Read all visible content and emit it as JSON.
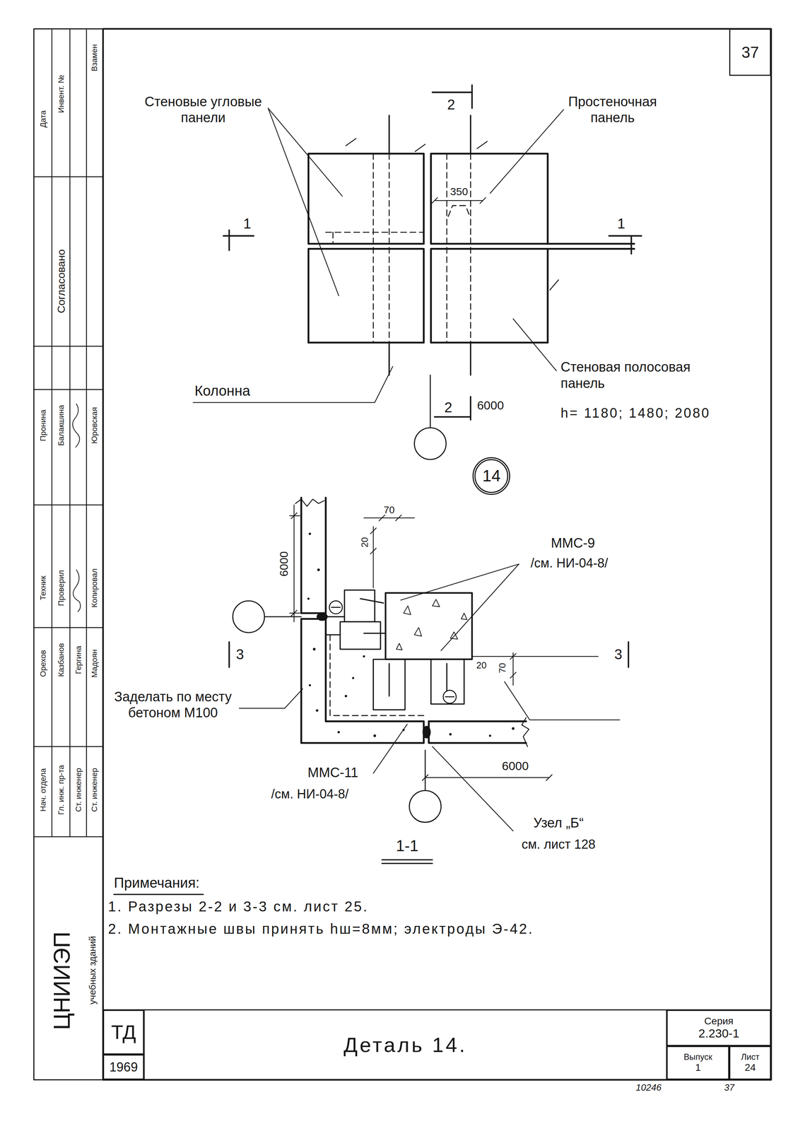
{
  "diagram": {
    "title": "Деталь 14.",
    "nodes": [
      {
        "text": [
          "37"
        ]
      },
      {
        "text": [
          "14"
        ]
      },
      {
        "text": [
          "ТД"
        ]
      },
      {
        "text": [
          "1969"
        ]
      },
      {
        "text": [
          "Серия",
          "2.230-1"
        ]
      },
      {
        "text": [
          "Выпуск",
          "1"
        ]
      },
      {
        "text": [
          "Лист",
          "24"
        ]
      }
    ],
    "labels": [
      "Стеновые угловые панели",
      "Простеночная панель",
      "2",
      "1",
      "350",
      "1",
      "Колонна",
      "2",
      "6000",
      "Стеновая полосовая панель",
      "h= 1180; 1480; 2080",
      "6000",
      "70",
      "20",
      "ММС-9",
      "/см. НИ-04-8/",
      "3",
      "3",
      "20",
      "70",
      "Заделать по месту бетоном М100",
      "ММС-11",
      "/см. НИ-04-8/",
      "6000",
      "Узел „Б“",
      "см. лист 128",
      "1-1",
      "Примечания:",
      "1. Разрезы 2-2 и 3-3 см. лист 25.",
      "2. Монтажные швы принять hш=8мм; электроды Э-42.",
      "10246",
      "37",
      "Дата",
      "Инвент. №",
      "Взамен",
      "Согласовано",
      "Пронина",
      "Балакшина",
      "Юровская",
      "Техник",
      "Проверил",
      "Копировал",
      "Орехов",
      "Казбанов",
      "Гергина",
      "Мадоян",
      "Нач. отдела",
      "Гл. инж. пр-та",
      "Ст. инженер",
      "Ст. инженер",
      "ЦНИИЭП",
      "учебных зданий"
    ]
  }
}
